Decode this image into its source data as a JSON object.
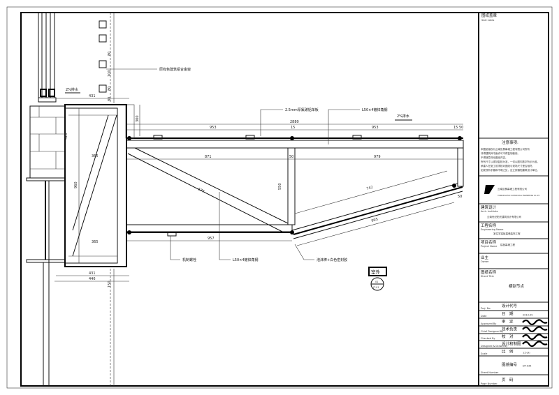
{
  "title_block": {
    "seal_title": "图纸盖章",
    "seal_subtitle": "Seal notes",
    "notes_title": "注意事项:",
    "notes_lines": [
      "本图纸版权为云南凯昊幕墙工程有限公司所有",
      "非得建筑师书面许可不得复制使用。",
      "不得随意改动图纸内容。",
      "所有尺寸以现场复核为准，一切以图内数字所示为准。",
      "承建人在施工前须核对图纸与现场尺寸是否相符，",
      "如发现有矛盾和不明之处，应立即通知建筑设计单位。"
    ],
    "company": "云南凯昊幕墙工程有限公司",
    "company_en": "YUNNAN KAIHAO CURTAIN WALL ENGINEERING CO.,LTD",
    "arch_label": "建筑设计",
    "arch_label_en": "Arch. Institute",
    "arch_value": "云南世纪阳光建筑设计有限公司",
    "eng_label": "工程名称",
    "eng_label_en": "Engineering Name",
    "eng_value": "某住宅铝板幕墙装饰工程",
    "proj_label": "项目名称",
    "proj_label_en": "Project Name",
    "proj_value": "铝板幕墙工程",
    "owner_label": "业主",
    "owner_label_en": "Owner",
    "sheet_label": "图纸名称",
    "sheet_label_en": "Sheet Title",
    "sheet_value": "横剖节点",
    "rows": [
      {
        "en": "Proj. No.",
        "cn": "设计代号",
        "value": ""
      },
      {
        "en": "Date",
        "cn": "日　期",
        "value": "2013.09"
      },
      {
        "en": "Approved By",
        "cn": "审　定",
        "value": ""
      },
      {
        "en": "Chief Designed By",
        "cn": "技术负责",
        "value": ""
      },
      {
        "en": "Checked By",
        "cn": "校　对",
        "value": ""
      },
      {
        "en": "Designed & Drawn By",
        "cn": "设计和制图",
        "value": ""
      },
      {
        "en": "Scale",
        "cn": "比　例",
        "value": "1:5(3)"
      },
      {
        "en": "Sheet Number",
        "cn": "图纸编号",
        "value": "DT-035"
      },
      {
        "en": "Page Number",
        "cn": "页　码",
        "value": ""
      }
    ]
  },
  "drawing": {
    "labels": {
      "window": "原有色建筑铝合金窗",
      "drain_left": "2%排水",
      "drain_right": "2%排水",
      "panel": "2.5mm厚氟碳铝单板",
      "angle_top": "L50×4镀锌角钢",
      "bolt": "机制螺栓",
      "angle_bottom": "L50×4镀锌角钢",
      "sealant": "泡沫棒+白色密封胶",
      "outdoor": "室外",
      "detail_num": "01",
      "detail_ref": "JT-01"
    },
    "dimensions": {
      "total": "2880",
      "top_left": "953",
      "top_right": "953",
      "top_gap": "15",
      "top_end1": "15",
      "top_end2": "50",
      "inner_left": "871",
      "inner_mid": "50",
      "inner_right": "979",
      "height": "550",
      "diag": "577",
      "slope_top": "742",
      "slope_bot": "995",
      "slope_end": "50",
      "bottom": "957",
      "top_offset": "300",
      "box_top": "431",
      "box_bot": "431",
      "box_bot2": "446",
      "box_w": "365",
      "box_w2": "365",
      "box_h": "960",
      "box_h2": "420",
      "win1": "80",
      "win2": "100",
      "win3": "80",
      "win4": "80",
      "low": "150"
    }
  }
}
